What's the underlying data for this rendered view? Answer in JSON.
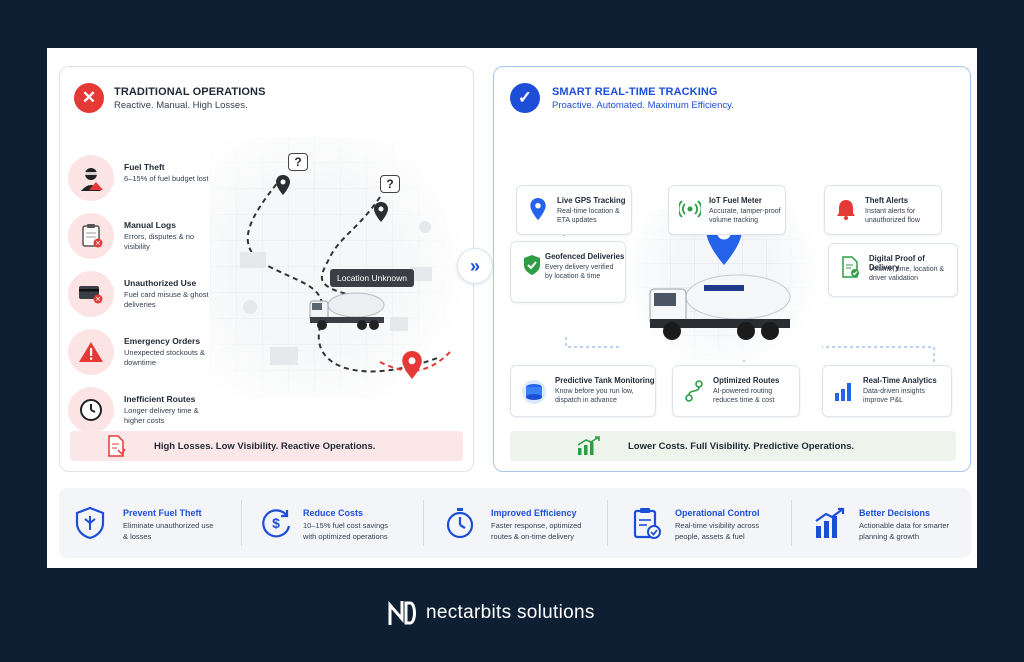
{
  "left": {
    "title": "TRADITIONAL OPERATIONS",
    "subtitle": "Reactive. Manual. High Losses.",
    "issues": [
      {
        "title": "Fuel Theft",
        "desc": "6–15% of fuel budget lost"
      },
      {
        "title": "Manual Logs",
        "desc": "Errors, disputes & no visibility"
      },
      {
        "title": "Unauthorized Use",
        "desc": "Fuel card misuse & ghost deliveries"
      },
      {
        "title": "Emergency Orders",
        "desc": "Unexpected stockouts & downtime"
      },
      {
        "title": "Inefficient Routes",
        "desc": "Longer delivery time & higher costs"
      }
    ],
    "callout_q1": "?",
    "callout_q2": "?",
    "location_tag": "Location Unknown",
    "footer": "High Losses. Low Visibility. Reactive Operations."
  },
  "right": {
    "title": "SMART REAL-TIME TRACKING",
    "subtitle": "Proactive. Automated. Maximum Efficiency.",
    "cards": {
      "gps": {
        "title": "Live GPS Tracking",
        "desc": "Real-time location & ETA updates"
      },
      "iot": {
        "title": "IoT Fuel Meter",
        "desc": "Accurate, tamper-proof volume tracking"
      },
      "theft": {
        "title": "Theft Alerts",
        "desc": "Instant alerts for unauthorized flow"
      },
      "geofence": {
        "title": "Geofenced Deliveries",
        "desc": "Every delivery verified by location & time"
      },
      "proof": {
        "title": "Digital Proof of Delivery",
        "desc": "Volume, time, location & driver validation"
      },
      "tank": {
        "title": "Predictive Tank Monitoring",
        "desc": "Know before you run low, dispatch in advance"
      },
      "routes": {
        "title": "Optimized Routes",
        "desc": "AI-powered routing reduces time & cost"
      },
      "analytics": {
        "title": "Real-Time Analytics",
        "desc": "Data-driven insights improve P&L"
      }
    },
    "footer": "Lower Costs. Full Visibility. Predictive Operations."
  },
  "benefits": [
    {
      "title": "Prevent Fuel Theft",
      "desc": "Eliminate unauthorized use & losses"
    },
    {
      "title": "Reduce Costs",
      "desc": "10–15% fuel cost savings with optimized operations"
    },
    {
      "title": "Improved Efficiency",
      "desc": "Faster response, optimized routes & on-time delivery"
    },
    {
      "title": "Operational Control",
      "desc": "Real-time visibility across people, assets & fuel"
    },
    {
      "title": "Better Decisions",
      "desc": "Actionable data for smarter planning & growth"
    }
  ],
  "brand": "nectarbits solutions",
  "colors": {
    "red": "#e53935",
    "blue": "#1d4ed8",
    "green": "#2e9d46",
    "navy": "#0f1f33"
  }
}
